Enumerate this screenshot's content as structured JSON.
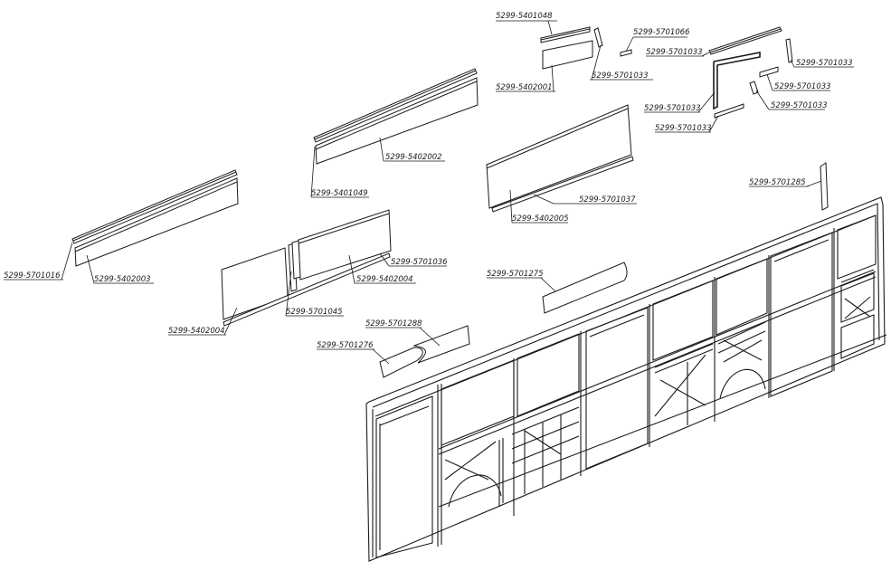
{
  "diagram": {
    "labels": [
      {
        "id": "p5401048",
        "text": "5299-5401048"
      },
      {
        "id": "p5402001",
        "text": "5299-5402001"
      },
      {
        "id": "p5701033a",
        "text": "5299-5701033"
      },
      {
        "id": "p5701066",
        "text": "5299-5701066"
      },
      {
        "id": "p5701033b",
        "text": "5299-5701033"
      },
      {
        "id": "p5701033c",
        "text": "5299-5701033"
      },
      {
        "id": "p5701033d",
        "text": "5299-5701033"
      },
      {
        "id": "p5701033e",
        "text": "5299-5701033"
      },
      {
        "id": "p5701033f",
        "text": "5299-5701033"
      },
      {
        "id": "p5701033g",
        "text": "5299-5701033"
      },
      {
        "id": "p5402002",
        "text": "5299-5402002"
      },
      {
        "id": "p5401049",
        "text": "5299-5401049"
      },
      {
        "id": "p5701037",
        "text": "5299-5701037"
      },
      {
        "id": "p5402005",
        "text": "5299-5402005"
      },
      {
        "id": "p5701285",
        "text": "5299-5701285"
      },
      {
        "id": "p5701016",
        "text": "5299-5701016"
      },
      {
        "id": "p5402003",
        "text": "5299-5402003"
      },
      {
        "id": "p5701036",
        "text": "5299-5701036"
      },
      {
        "id": "p5402004a",
        "text": "5299-5402004"
      },
      {
        "id": "p5701045",
        "text": "5299-5701045"
      },
      {
        "id": "p5402004b",
        "text": "5299-5402004"
      },
      {
        "id": "p5701275",
        "text": "5299-5701275"
      },
      {
        "id": "p5701288",
        "text": "5299-5701288"
      },
      {
        "id": "p5701276",
        "text": "5299-5701276"
      }
    ]
  }
}
